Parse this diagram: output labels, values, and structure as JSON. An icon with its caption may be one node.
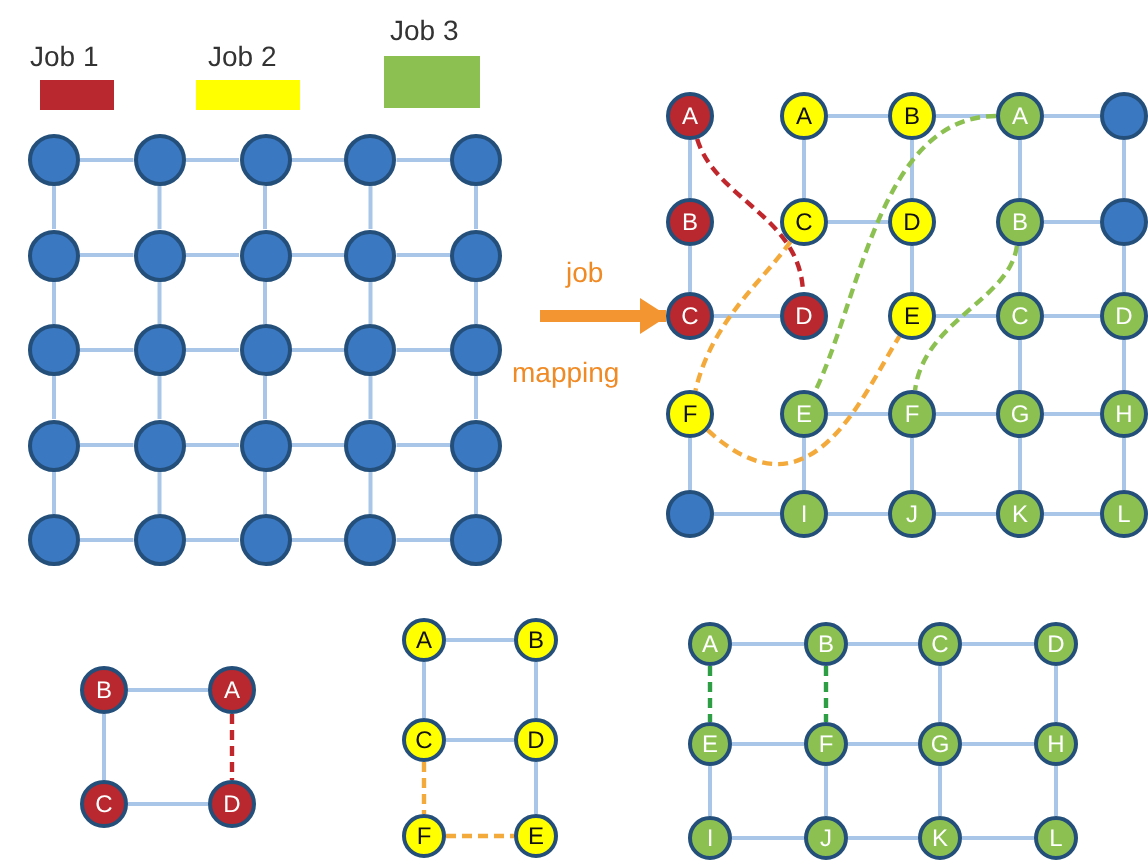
{
  "diagram": {
    "nodes": [
      {
        "text": [],
        "shape": "circle"
      },
      {
        "text": [],
        "shape": "circle"
      },
      {
        "text": [],
        "shape": "circle"
      },
      {
        "text": [],
        "shape": "circle"
      },
      {
        "text": [],
        "shape": "circle"
      },
      {
        "text": [],
        "shape": "circle"
      },
      {
        "text": [],
        "shape": "circle"
      },
      {
        "text": [],
        "shape": "circle"
      },
      {
        "text": [],
        "shape": "circle"
      },
      {
        "text": [],
        "shape": "circle"
      },
      {
        "text": [],
        "shape": "circle"
      },
      {
        "text": [],
        "shape": "circle"
      },
      {
        "text": [],
        "shape": "circle"
      },
      {
        "text": [],
        "shape": "circle"
      },
      {
        "text": [],
        "shape": "circle"
      },
      {
        "text": [],
        "shape": "circle"
      },
      {
        "text": [],
        "shape": "circle"
      },
      {
        "text": [],
        "shape": "circle"
      },
      {
        "text": [],
        "shape": "circle"
      },
      {
        "text": [],
        "shape": "circle"
      },
      {
        "text": [],
        "shape": "circle"
      },
      {
        "text": [],
        "shape": "circle"
      },
      {
        "text": [],
        "shape": "circle"
      },
      {
        "text": [],
        "shape": "circle"
      },
      {
        "text": [],
        "shape": "circle"
      },
      {
        "text": [
          "A"
        ]
      },
      {
        "text": [
          "A"
        ]
      },
      {
        "text": [
          "B"
        ]
      },
      {
        "text": [
          "A"
        ]
      },
      {
        "text": [],
        "shape": "circle"
      },
      {
        "text": [
          "B"
        ]
      },
      {
        "text": [
          "C"
        ]
      },
      {
        "text": [
          "D"
        ]
      },
      {
        "text": [
          "B"
        ]
      },
      {
        "text": [],
        "shape": "circle"
      },
      {
        "text": [
          "C"
        ]
      },
      {
        "text": [
          "D"
        ]
      },
      {
        "text": [
          "E"
        ]
      },
      {
        "text": [
          "C"
        ]
      },
      {
        "text": [
          "D"
        ]
      },
      {
        "text": [
          "F"
        ]
      },
      {
        "text": [
          "E"
        ]
      },
      {
        "text": [
          "F"
        ]
      },
      {
        "text": [
          "G"
        ]
      },
      {
        "text": [
          "H"
        ]
      },
      {
        "text": [],
        "shape": "circle"
      },
      {
        "text": [
          "I"
        ]
      },
      {
        "text": [
          "J"
        ]
      },
      {
        "text": [
          "K"
        ]
      },
      {
        "text": [
          "L"
        ]
      },
      {
        "text": [
          "B"
        ]
      },
      {
        "text": [
          "A"
        ]
      },
      {
        "text": [
          "C"
        ]
      },
      {
        "text": [
          "D"
        ]
      },
      {
        "text": [
          "A"
        ]
      },
      {
        "text": [
          "B"
        ]
      },
      {
        "text": [
          "C"
        ]
      },
      {
        "text": [
          "D"
        ]
      },
      {
        "text": [
          "F"
        ]
      },
      {
        "text": [
          "E"
        ]
      },
      {
        "text": [
          "A"
        ]
      },
      {
        "text": [
          "B"
        ]
      },
      {
        "text": [
          "C"
        ]
      },
      {
        "text": [
          "D"
        ]
      },
      {
        "text": [
          "E"
        ]
      },
      {
        "text": [
          "F"
        ]
      },
      {
        "text": [
          "G"
        ]
      },
      {
        "text": [
          "H"
        ]
      },
      {
        "text": [
          "I"
        ]
      },
      {
        "text": [
          "J"
        ]
      },
      {
        "text": [
          "K"
        ]
      },
      {
        "text": [
          "L"
        ]
      }
    ],
    "edges": [
      {
        "from": 0,
        "to": 1,
        "arrow": "none"
      },
      {
        "from": 1,
        "to": 2,
        "arrow": "none"
      },
      {
        "from": 2,
        "to": 3,
        "arrow": "none"
      },
      {
        "from": 3,
        "to": 4,
        "arrow": "none"
      },
      {
        "from": 5,
        "to": 6,
        "arrow": "none"
      },
      {
        "from": 6,
        "to": 7,
        "arrow": "none"
      },
      {
        "from": 7,
        "to": 8,
        "arrow": "none"
      },
      {
        "from": 8,
        "to": 9,
        "arrow": "none"
      },
      {
        "from": 10,
        "to": 11,
        "arrow": "none"
      },
      {
        "from": 11,
        "to": 12,
        "arrow": "none"
      },
      {
        "from": 12,
        "to": 13,
        "arrow": "none"
      },
      {
        "from": 13,
        "to": 14,
        "arrow": "none"
      },
      {
        "from": 15,
        "to": 16,
        "arrow": "none"
      },
      {
        "from": 16,
        "to": 17,
        "arrow": "none"
      },
      {
        "from": 17,
        "to": 18,
        "arrow": "none"
      },
      {
        "from": 18,
        "to": 19,
        "arrow": "none"
      },
      {
        "from": 20,
        "to": 21,
        "arrow": "none"
      },
      {
        "from": 21,
        "to": 22,
        "arrow": "none"
      },
      {
        "from": 22,
        "to": 23,
        "arrow": "none"
      },
      {
        "from": 23,
        "to": 24,
        "arrow": "none"
      },
      {
        "from": 0,
        "to": 5,
        "arrow": "none"
      },
      {
        "from": 5,
        "to": 10,
        "arrow": "none"
      },
      {
        "from": 10,
        "to": 15,
        "arrow": "none"
      },
      {
        "from": 15,
        "to": 20,
        "arrow": "none"
      },
      {
        "from": 1,
        "to": 6,
        "arrow": "none"
      },
      {
        "from": 6,
        "to": 11,
        "arrow": "none"
      },
      {
        "from": 11,
        "to": 16,
        "arrow": "none"
      },
      {
        "from": 16,
        "to": 21,
        "arrow": "none"
      },
      {
        "from": 2,
        "to": 7,
        "arrow": "none"
      },
      {
        "from": 7,
        "to": 12,
        "arrow": "none"
      },
      {
        "from": 12,
        "to": 17,
        "arrow": "none"
      },
      {
        "from": 17,
        "to": 22,
        "arrow": "none"
      },
      {
        "from": 3,
        "to": 8,
        "arrow": "none"
      },
      {
        "from": 8,
        "to": 13,
        "arrow": "none"
      },
      {
        "from": 13,
        "to": 18,
        "arrow": "none"
      },
      {
        "from": 18,
        "to": 23,
        "arrow": "none"
      },
      {
        "from": 4,
        "to": 9,
        "arrow": "none"
      },
      {
        "from": 9,
        "to": 14,
        "arrow": "none"
      },
      {
        "from": 14,
        "to": 19,
        "arrow": "none"
      },
      {
        "from": 19,
        "to": 24,
        "arrow": "none"
      },
      {
        "from": null,
        "to": 35,
        "arrow": "to",
        "style": "thick",
        "color": "#f39530"
      },
      {
        "from": 26,
        "to": 27,
        "arrow": "none"
      },
      {
        "from": 27,
        "to": 28,
        "arrow": "none"
      },
      {
        "from": 28,
        "to": 29,
        "arrow": "none"
      },
      {
        "from": 31,
        "to": 32,
        "arrow": "none"
      },
      {
        "from": 33,
        "to": 34,
        "arrow": "none"
      },
      {
        "from": 35,
        "to": 36,
        "arrow": "none"
      },
      {
        "from": 37,
        "to": 38,
        "arrow": "none"
      },
      {
        "from": 38,
        "to": 39,
        "arrow": "none"
      },
      {
        "from": 41,
        "to": 42,
        "arrow": "none"
      },
      {
        "from": 42,
        "to": 43,
        "arrow": "none"
      },
      {
        "from": 43,
        "to": 44,
        "arrow": "none"
      },
      {
        "from": 45,
        "to": 46,
        "arrow": "none"
      },
      {
        "from": 46,
        "to": 47,
        "arrow": "none"
      },
      {
        "from": 47,
        "to": 48,
        "arrow": "none"
      },
      {
        "from": 48,
        "to": 49,
        "arrow": "none"
      },
      {
        "from": 25,
        "to": 30,
        "arrow": "none"
      },
      {
        "from": 30,
        "to": 35,
        "arrow": "none"
      },
      {
        "from": 40,
        "to": 45,
        "arrow": "none"
      },
      {
        "from": 26,
        "to": 31,
        "arrow": "none"
      },
      {
        "from": 41,
        "to": 46,
        "arrow": "none"
      },
      {
        "from": 27,
        "to": 32,
        "arrow": "none"
      },
      {
        "from": 32,
        "to": 37,
        "arrow": "none"
      },
      {
        "from": 42,
        "to": 47,
        "arrow": "none"
      },
      {
        "from": 28,
        "to": 33,
        "arrow": "none"
      },
      {
        "from": 33,
        "to": 38,
        "arrow": "none"
      },
      {
        "from": 38,
        "to": 43,
        "arrow": "none"
      },
      {
        "from": 43,
        "to": 48,
        "arrow": "none"
      },
      {
        "from": 29,
        "to": 34,
        "arrow": "none"
      },
      {
        "from": 34,
        "to": 39,
        "arrow": "none"
      },
      {
        "from": 39,
        "to": 44,
        "arrow": "none"
      },
      {
        "from": 44,
        "to": 49,
        "arrow": "none"
      },
      {
        "from": 25,
        "to": 36,
        "arrow": "none",
        "style": "dashed",
        "color": "#c0272d"
      },
      {
        "from": 31,
        "to": 40,
        "arrow": "none",
        "style": "dashed",
        "color": "#f4a93b"
      },
      {
        "from": 40,
        "to": 37,
        "arrow": "none",
        "style": "dashed",
        "color": "#f4a93b"
      },
      {
        "from": 28,
        "to": 41,
        "arrow": "none",
        "style": "dashed",
        "color": "#8cc152"
      },
      {
        "from": 33,
        "to": 42,
        "arrow": "none",
        "style": "dashed",
        "color": "#8cc152"
      },
      {
        "from": 50,
        "to": 51,
        "arrow": "none"
      },
      {
        "from": 50,
        "to": 52,
        "arrow": "none"
      },
      {
        "from": 52,
        "to": 53,
        "arrow": "none"
      },
      {
        "from": 51,
        "to": 53,
        "arrow": "none",
        "style": "dashed",
        "color": "#c0272d"
      },
      {
        "from": 54,
        "to": 55,
        "arrow": "none"
      },
      {
        "from": 54,
        "to": 56,
        "arrow": "none"
      },
      {
        "from": 55,
        "to": 57,
        "arrow": "none"
      },
      {
        "from": 56,
        "to": 57,
        "arrow": "none"
      },
      {
        "from": 57,
        "to": 59,
        "arrow": "none"
      },
      {
        "from": 56,
        "to": 58,
        "arrow": "none",
        "style": "dashed",
        "color": "#f4a93b"
      },
      {
        "from": 58,
        "to": 59,
        "arrow": "none",
        "style": "dashed",
        "color": "#f4a93b"
      },
      {
        "from": 60,
        "to": 61,
        "arrow": "none"
      },
      {
        "from": 61,
        "to": 62,
        "arrow": "none"
      },
      {
        "from": 62,
        "to": 63,
        "arrow": "none"
      },
      {
        "from": 60,
        "to": 64,
        "arrow": "none",
        "style": "dashed",
        "color": "#2e9e44"
      },
      {
        "from": 61,
        "to": 65,
        "arrow": "none",
        "style": "dashed",
        "color": "#2e9e44"
      },
      {
        "from": 62,
        "to": 66,
        "arrow": "none"
      },
      {
        "from": 63,
        "to": 67,
        "arrow": "none"
      },
      {
        "from": 64,
        "to": 65,
        "arrow": "none"
      },
      {
        "from": 65,
        "to": 66,
        "arrow": "none"
      },
      {
        "from": 66,
        "to": 67,
        "arrow": "none"
      },
      {
        "from": 64,
        "to": 68,
        "arrow": "none"
      },
      {
        "from": 65,
        "to": 69,
        "arrow": "none"
      },
      {
        "from": 66,
        "to": 70,
        "arrow": "none"
      },
      {
        "from": 67,
        "to": 71,
        "arrow": "none"
      },
      {
        "from": 68,
        "to": 69,
        "arrow": "none"
      },
      {
        "from": 69,
        "to": 70,
        "arrow": "none"
      },
      {
        "from": 70,
        "to": 71,
        "arrow": "none"
      }
    ],
    "labels": [
      "job",
      "mapping"
    ],
    "legend": [
      {
        "text": "Job 1",
        "color": "#b8282e"
      },
      {
        "text": "Job 2",
        "color": "#ffff00"
      },
      {
        "text": "Job 3",
        "color": "#8cc152"
      }
    ]
  }
}
